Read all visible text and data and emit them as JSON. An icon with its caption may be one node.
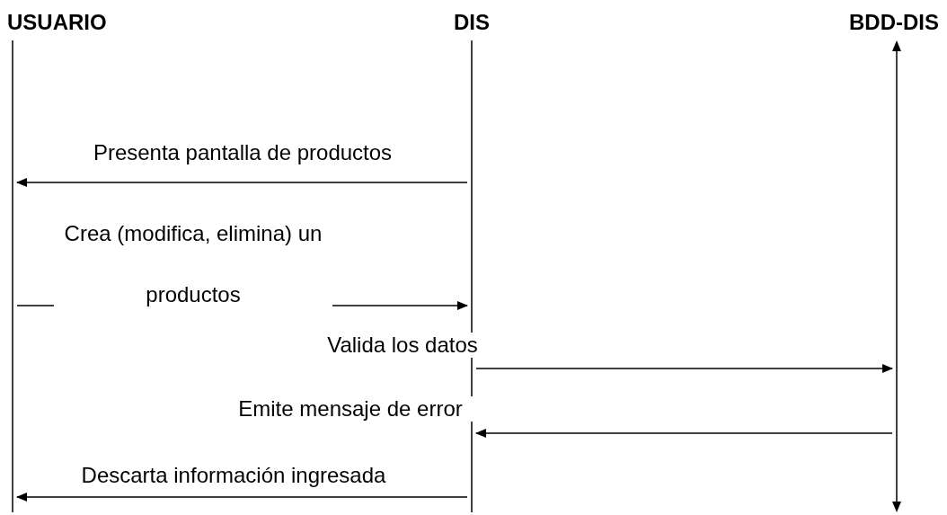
{
  "diagram": {
    "nodes": [
      {
        "text": [
          "USUARIO"
        ]
      },
      {
        "text": [
          "DIS"
        ]
      },
      {
        "text": [
          "BDD-DIS"
        ]
      }
    ],
    "edges": [
      {
        "from": 1,
        "to": 0,
        "arrow": "to",
        "label": "Presenta pantalla de productos"
      },
      {
        "from": 0,
        "to": 1,
        "arrow": "to",
        "label": "Crea (modifica, elimina) un productos"
      },
      {
        "from": 1,
        "to": 2,
        "arrow": "to",
        "label": "Valida los datos"
      },
      {
        "from": 2,
        "to": 1,
        "arrow": "to",
        "label": "Emite mensaje de error"
      },
      {
        "from": 1,
        "to": 0,
        "arrow": "to",
        "label": "Descarta información ingresada"
      }
    ]
  }
}
